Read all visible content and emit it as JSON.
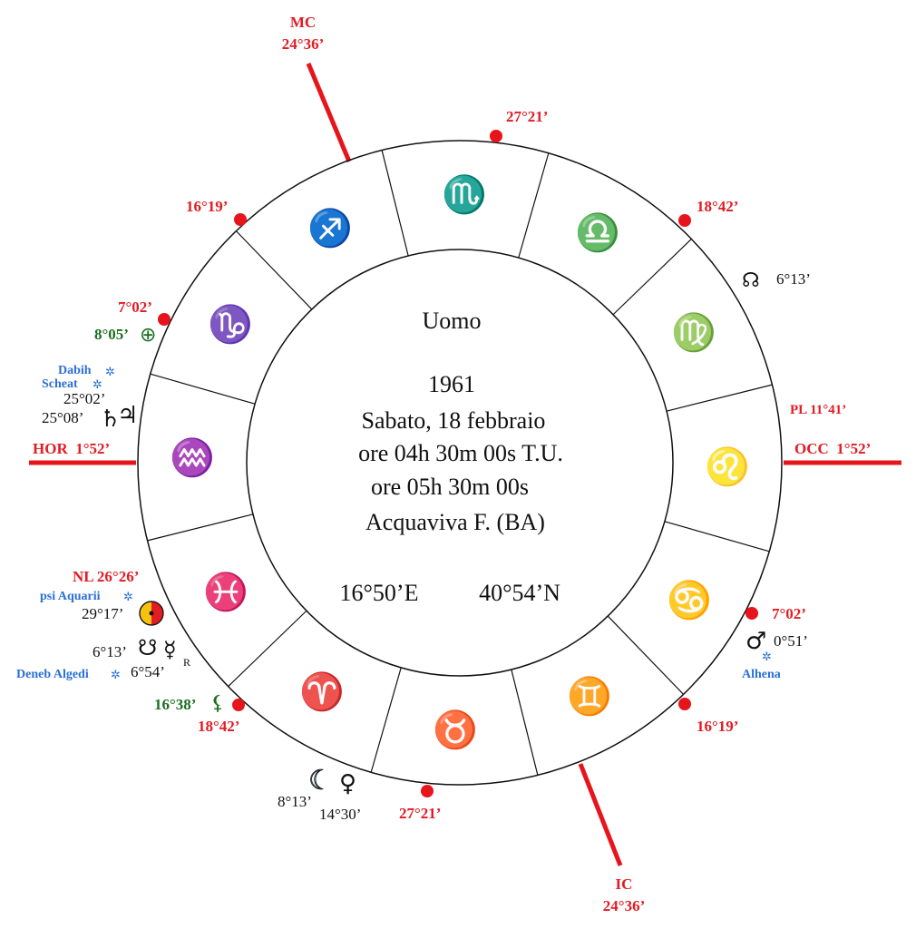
{
  "center": {
    "name": "Uomo",
    "year": "1961",
    "date": "Sabato, 18 febbraio",
    "time_ut": "ore 04h 30m 00s T.U.",
    "time_local": "ore 05h 30m 00s",
    "place": "Acquaviva F. (BA)",
    "longitude": "16°50’E",
    "latitude": "40°54’N"
  },
  "axes": {
    "mc_label": "MC",
    "mc_degree": "24°36’",
    "ic_label": "IC",
    "ic_degree": "24°36’",
    "hor": "HOR  1°52’",
    "occ": "OCC  1°52’"
  },
  "signs": [
    {
      "name": "scorpio",
      "glyph": "♏"
    },
    {
      "name": "libra",
      "glyph": "♎"
    },
    {
      "name": "virgo",
      "glyph": "♍"
    },
    {
      "name": "leo",
      "glyph": "♌"
    },
    {
      "name": "cancer",
      "glyph": "♋"
    },
    {
      "name": "gemini",
      "glyph": "♊"
    },
    {
      "name": "taurus",
      "glyph": "♉"
    },
    {
      "name": "aries",
      "glyph": "♈"
    },
    {
      "name": "pisces",
      "glyph": "♓"
    },
    {
      "name": "aquarius",
      "glyph": "♒"
    },
    {
      "name": "capricorn",
      "glyph": "♑"
    },
    {
      "name": "sagittarius",
      "glyph": "♐"
    }
  ],
  "cusps": {
    "top_right": "27°21’",
    "right_upper": "18°42’",
    "right_lower": "7°02’",
    "bottom_right": "16°19’",
    "bottom": "27°21’",
    "bottom_left": "18°42’",
    "left_upper": "7°02’",
    "top_left": "16°19’"
  },
  "planets": {
    "north_node": {
      "glyph": "☊",
      "degree": "6°13’"
    },
    "pl": "PL 11°41’",
    "mars": {
      "glyph": "♂",
      "degree": "0°51’",
      "star": "Alhena"
    },
    "earth": {
      "glyph": "⊕",
      "degree": "8°05’"
    },
    "saturn": {
      "glyph": "♄",
      "degree": "25°08’"
    },
    "jupiter": {
      "glyph": "♃",
      "degree": "25°02’"
    },
    "stars_left_top": [
      "Dabih",
      "Scheat"
    ],
    "nl": "NL 26°26’",
    "sun": {
      "degree": "29°17’",
      "star": "psi Aquarii"
    },
    "south_node": {
      "glyph": "☋",
      "degree": "6°13’"
    },
    "mercury": {
      "glyph": "☿",
      "degree": "6°54’",
      "retro": "R",
      "star": "Deneb Algedi"
    },
    "lilith": {
      "glyph": "⚸",
      "degree": "16°38’"
    },
    "moon": {
      "glyph": "☾",
      "degree": "8°13’"
    },
    "venus": {
      "glyph": "♀",
      "degree": "14°30’"
    }
  },
  "star_icon": "✲",
  "colors": {
    "axis_red": "#e8141b",
    "degree_red": "#e31b23",
    "green": "#1a6e1f",
    "star_blue": "#2a6fd6"
  }
}
